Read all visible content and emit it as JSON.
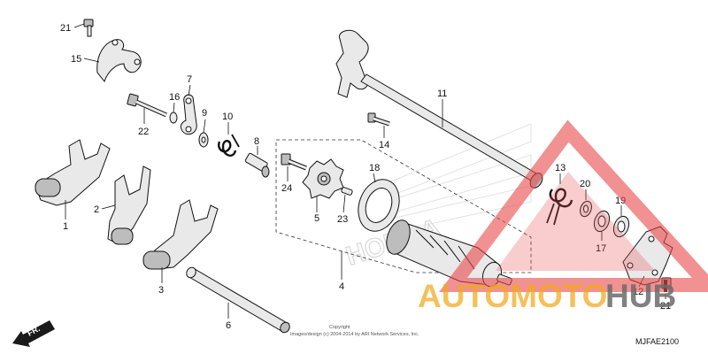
{
  "diagram": {
    "callouts": {
      "c1": "1",
      "c2": "2",
      "c3": "3",
      "c4": "4",
      "c5": "5",
      "c6": "6",
      "c7": "7",
      "c8": "8",
      "c9": "9",
      "c10": "10",
      "c11": "11",
      "c12": "12",
      "c13": "13",
      "c14": "14",
      "c15": "15",
      "c16": "16",
      "c17": "17",
      "c18": "18",
      "c19": "19",
      "c20": "20",
      "c21a": "21",
      "c21b": "21",
      "c22": "22",
      "c23": "23",
      "c24": "24"
    },
    "copyright_line1": "Copyright",
    "copyright_line2": "Images/design (c) 2004-2014 by ARI Network Services, Inc.",
    "diagram_code": "MJFAE2100",
    "direction_label": "FR.",
    "watermark": {
      "part1": "AUTOMOTO",
      "part2": "HUB"
    },
    "colors": {
      "watermark_red": "#e8474a",
      "watermark_orange": "#f2a81e",
      "watermark_gray": "#6c6c6c"
    }
  }
}
